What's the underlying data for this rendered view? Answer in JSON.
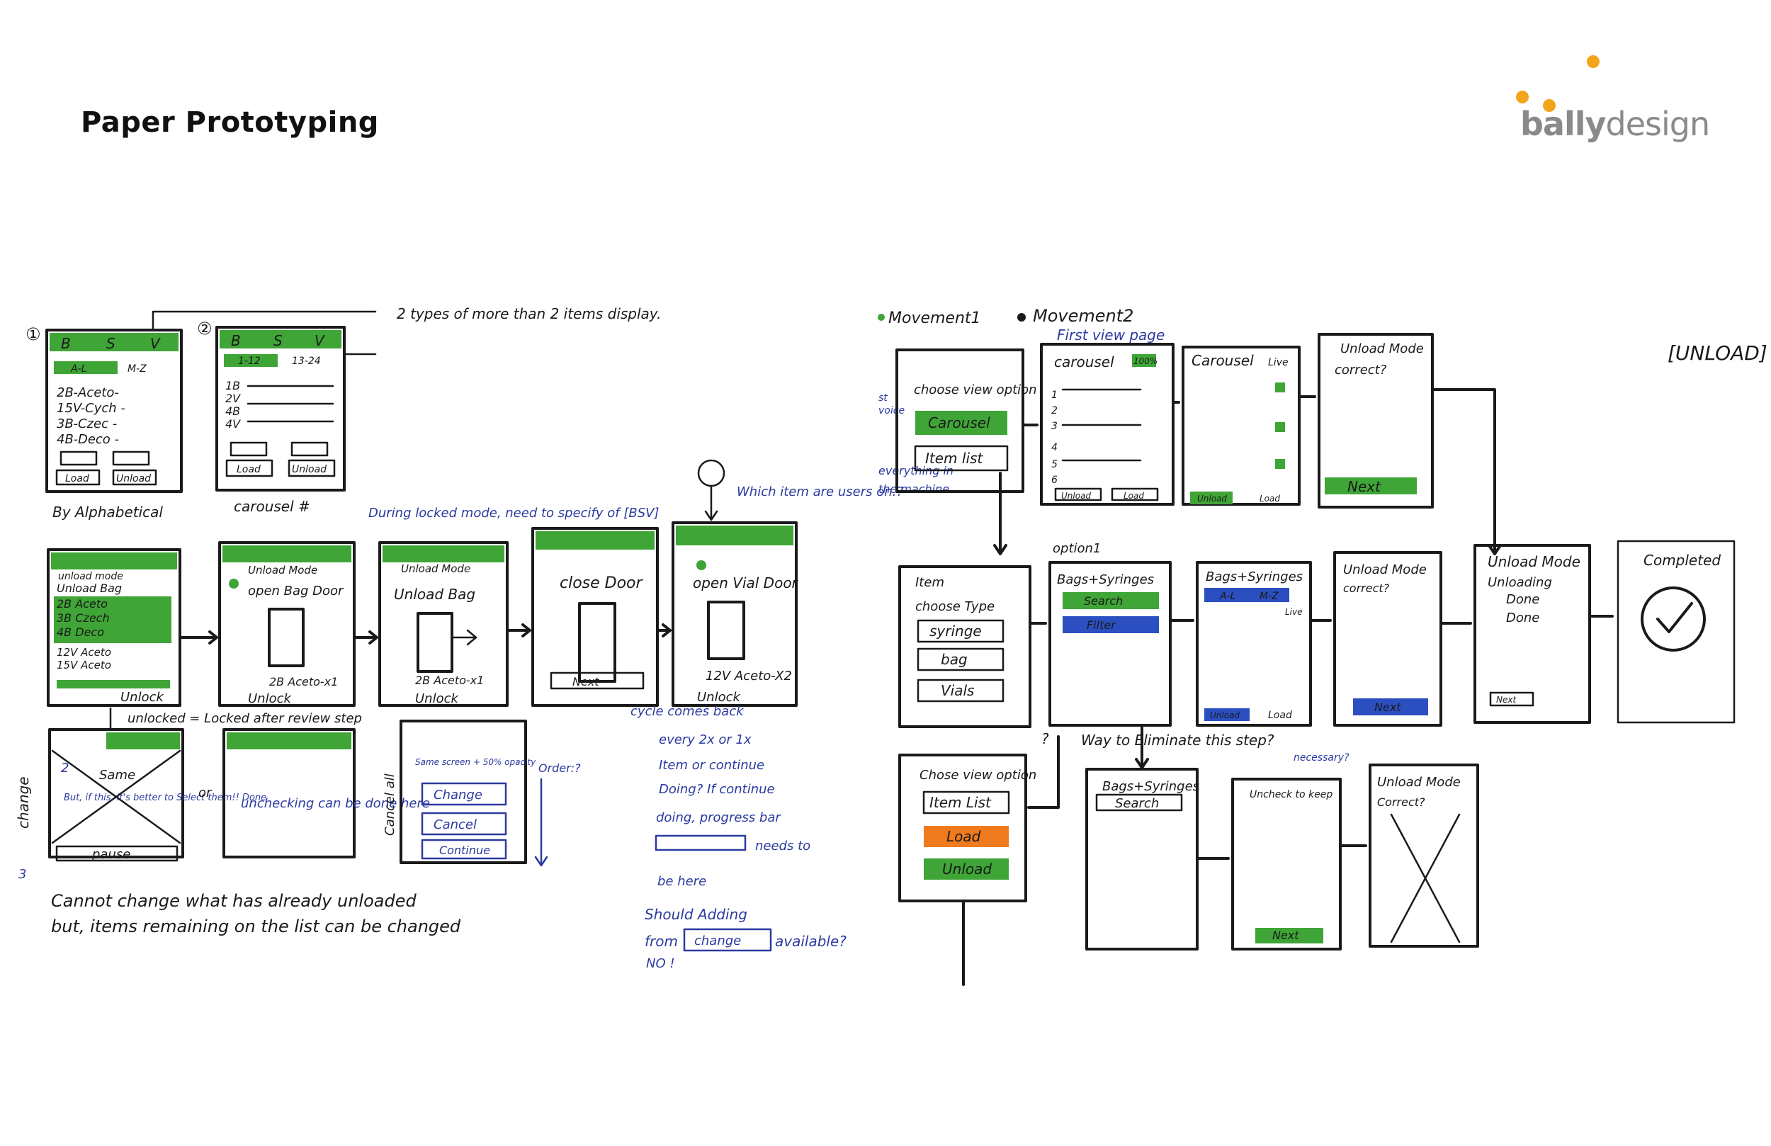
{
  "header": {
    "title": "Paper Prototyping"
  },
  "logo": {
    "bold": "bally",
    "light": "design",
    "dot_color": "#f2a51a",
    "text_color": "#8a8a8a"
  },
  "left_flow": {
    "screen1": {
      "number": "①",
      "tabs": [
        "B",
        "S",
        "V"
      ],
      "subtabs": [
        "A-L",
        "M-Z"
      ],
      "items": [
        "2B-Aceto-",
        "15V-Cych -",
        "3B-Czec -",
        "4B-Deco -"
      ],
      "buttons": [
        "Load",
        "Unload"
      ],
      "caption": "By Alphabetical"
    },
    "screen2": {
      "number": "②",
      "tabs": [
        "B",
        "S",
        "V"
      ],
      "subtabs": [
        "1-12",
        "13-24"
      ],
      "items": [
        "1B",
        "2V",
        "4B",
        "4V"
      ],
      "buttons": [
        "Load",
        "Unload"
      ],
      "caption": "carousel #"
    },
    "note_types": "2 types of more than 2 items display.",
    "note_locked": "During locked mode, need to specify of [BSV]",
    "note_items": "Which item are users on.?",
    "step_unload": {
      "header": "unload mode",
      "title": "Unload Bag",
      "items": [
        "2B Aceto",
        "3B Czech",
        "4B Deco",
        "12V Aceto",
        "15V Aceto"
      ],
      "footer": "Unlock"
    },
    "step_open_bag": {
      "header": "Unload Mode",
      "title": "open Bag Door",
      "item": "2B Aceto-x1",
      "footer": "Unlock"
    },
    "step_unload_bag": {
      "header": "Unload Mode",
      "title": "Unload Bag",
      "item": "2B Aceto-x1",
      "footer": "Unlock"
    },
    "step_close": {
      "title": "close Door",
      "footer": "Next"
    },
    "step_open_vial": {
      "title": "open Vial Door",
      "item": "12V Aceto-X2",
      "footer": "Unlock"
    },
    "note_unlocked": "unlocked = Locked after review step",
    "change_label": "change",
    "marker_2": "2",
    "marker_3": "3",
    "same_text": "Same",
    "same_note": "But, if this, it's better to Select them!! Done",
    "pause_button": "pause",
    "or_label": "or",
    "unchecking_note": "unchecking can be done here",
    "cancel_all": "Cancel all",
    "modal_title": "Same screen + 50% opacity",
    "modal_buttons": [
      "Change",
      "Cancel",
      "Continue"
    ],
    "order_note": "Order:?",
    "cannot_change_1": "Cannot change what has already unloaded",
    "cannot_change_2": "but, items remaining on the list can be changed",
    "cycle_note": [
      "cycle comes back",
      "every 2x or 1x",
      "Item or continue",
      "Doing? If continue",
      "doing, progress bar",
      "needs to",
      "be here"
    ],
    "adding_note": [
      "Should Adding",
      "from",
      "change",
      "available?",
      "NO !"
    ]
  },
  "right_flow": {
    "legend": [
      "Movement1",
      "Movement2"
    ],
    "first_view": "First view page",
    "unload_tag": "[UNLOAD]",
    "choose_view": {
      "title": "choose view option",
      "options": [
        "Carousel",
        "Item list"
      ]
    },
    "carousel1": {
      "title": "carousel",
      "tag": "100%",
      "rows": [
        "1",
        "2",
        "3",
        "4",
        "5",
        "6"
      ],
      "buttons": [
        "Unload",
        "Load"
      ]
    },
    "carousel2": {
      "title": "Carousel",
      "tag": "Live",
      "buttons": [
        "Unload",
        "Load"
      ]
    },
    "confirm1": {
      "title": "Unload Mode",
      "subtitle": "correct?",
      "button": "Next"
    },
    "side_note": [
      "everything in",
      "the machine"
    ],
    "side_note_top": [
      "st",
      "voice"
    ],
    "option1": "option1",
    "item_type": {
      "title": "Item",
      "subtitle": "choose Type",
      "options": [
        "syringe",
        "bag",
        "Vials"
      ]
    },
    "bags_search": {
      "title": "Bags+Syringes",
      "buttons": [
        "Search",
        "Filter"
      ]
    },
    "bags_list": {
      "title": "Bags+Syringes",
      "subtabs": [
        "A-L",
        "M-Z"
      ],
      "tag": "Live",
      "buttons": [
        "Unload",
        "Load"
      ]
    },
    "confirm2": {
      "title": "Unload Mode",
      "subtitle": "correct?",
      "button": "Next"
    },
    "unloading": {
      "title": "Unload Mode",
      "subtitle": "Unloading",
      "rows": [
        "Done",
        "Done"
      ],
      "footer": "Next"
    },
    "completed": {
      "title": "Completed"
    },
    "question_mark": "?",
    "way_note": "Way to Eliminate this step?",
    "necessary_note": "necessary?",
    "choose_view2": {
      "title": "Chose view option",
      "options": [
        "Item List",
        "Load",
        "Unload"
      ]
    },
    "bags_search2": {
      "title": "Bags+Syringes",
      "button": "Search"
    },
    "uncheck_keep": {
      "title": "Uncheck to keep",
      "button": "Next"
    },
    "confirm_x": {
      "title": "Unload Mode",
      "subtitle": "Correct?"
    }
  }
}
